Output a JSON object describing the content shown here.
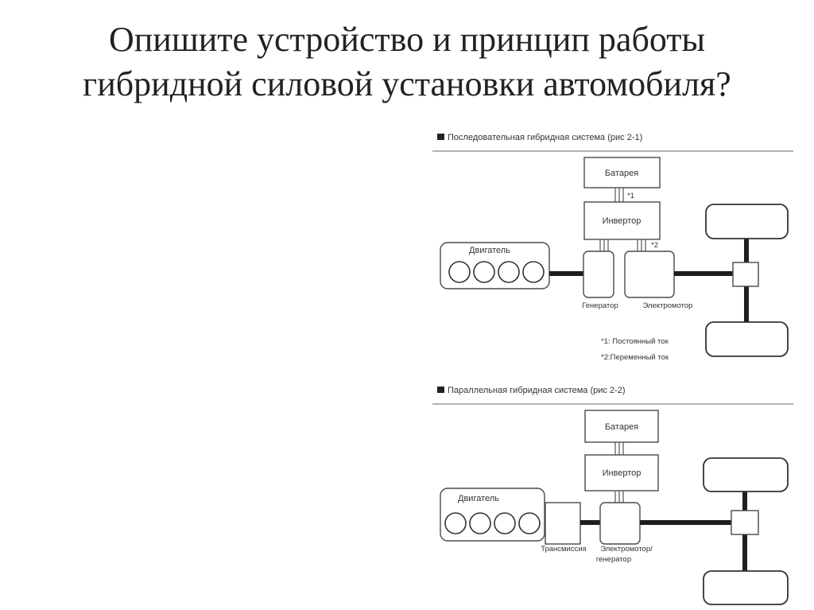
{
  "title": {
    "line1": "Опишите устройство и принцип работы",
    "line2": "гибридной силовой установки автомобиля?"
  },
  "series_system": {
    "title": "Последовательная гибридная система (рис 2-1)",
    "battery": "Батарея",
    "inverter": "Инвертор",
    "engine": "Двигатель",
    "generator": "Генератор",
    "motor": "Электромотор",
    "mark1": "*1",
    "mark2": "*2",
    "note1": "*1: Постоянный ток",
    "note2": "*2:Переменный ток"
  },
  "parallel_system": {
    "title": "Параллельная гибридная система (рис 2-2)",
    "battery": "Батарея",
    "inverter": "Инвертор",
    "engine": "Двигатель",
    "transmission": "Трансмиссия",
    "motor_generator_line1": "Электромотор/",
    "motor_generator_line2": "генератор"
  },
  "colors": {
    "background": "#ffffff",
    "line": "#1e1e1e",
    "text": "#333333"
  }
}
